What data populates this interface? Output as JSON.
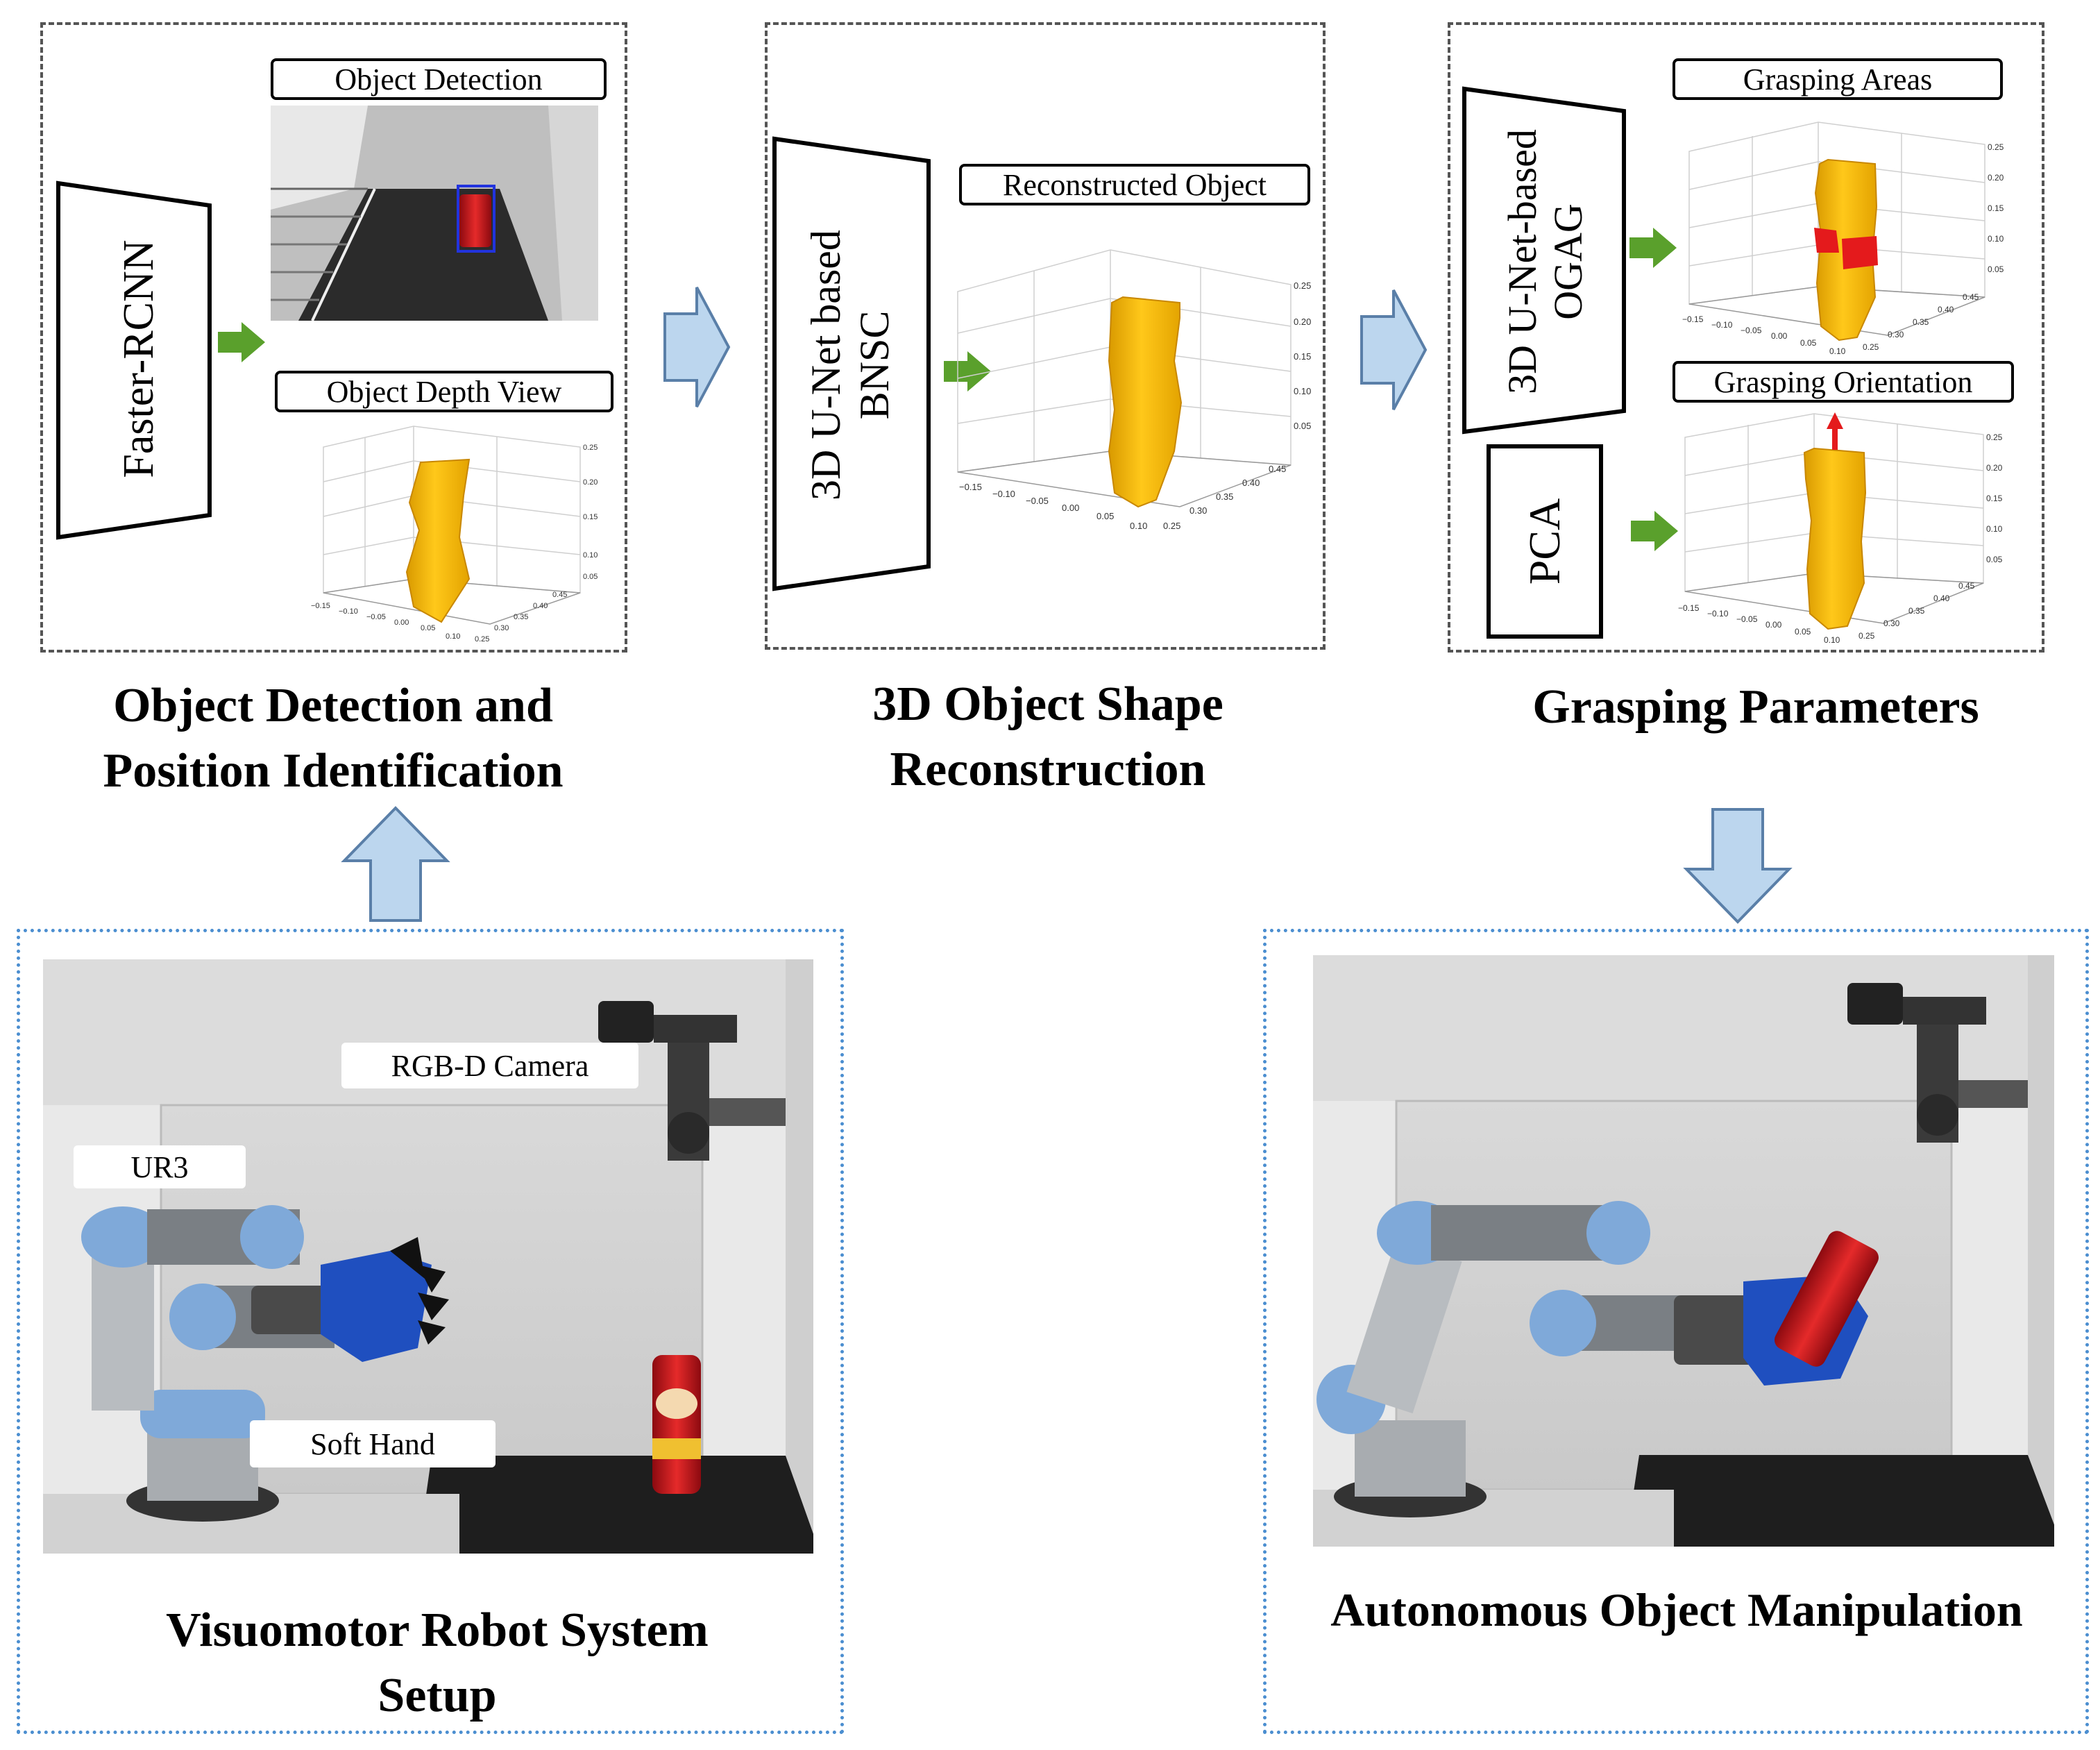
{
  "panel1": {
    "network": "Faster-RCNN",
    "label_detection": "Object Detection",
    "label_depth": "Object Depth View",
    "caption_line1": "Object Detection and",
    "caption_line2": "Position Identification"
  },
  "panel2": {
    "network_line1": "3D U-Net based",
    "network_line2": "BNSC",
    "label_reconstructed": "Reconstructed Object",
    "caption_line1": "3D Object Shape",
    "caption_line2": "Reconstruction"
  },
  "panel3": {
    "network_line1": "3D U-Net-based",
    "network_line2": "OGAG",
    "pca": "PCA",
    "label_areas": "Grasping Areas",
    "label_orientation": "Grasping Orientation",
    "caption": "Grasping Parameters"
  },
  "setup": {
    "tag_camera": "RGB-D Camera",
    "tag_ur3": "UR3",
    "tag_hand": "Soft Hand",
    "caption_line1": "Visuomotor Robot System",
    "caption_line2": "Setup"
  },
  "manipulation": {
    "caption": "Autonomous Object Manipulation"
  },
  "plot_ticks": {
    "z": [
      "0.25",
      "0.20",
      "0.15",
      "0.10",
      "0.05"
    ],
    "x": [
      "−0.15",
      "−0.10",
      "−0.05",
      "0.00",
      "0.05",
      "0.10"
    ],
    "y": [
      "0.25",
      "0.30",
      "0.35",
      "0.40",
      "0.45"
    ]
  },
  "colors": {
    "dash_border": "#555555",
    "dot_border": "#4b8ed0",
    "arrow_fill": "#bcd6ee",
    "arrow_stroke": "#5a7fa8",
    "green_arrow": "#5aa02c",
    "object_yellow": "#f2b705",
    "grasp_red": "#e41a1c"
  }
}
